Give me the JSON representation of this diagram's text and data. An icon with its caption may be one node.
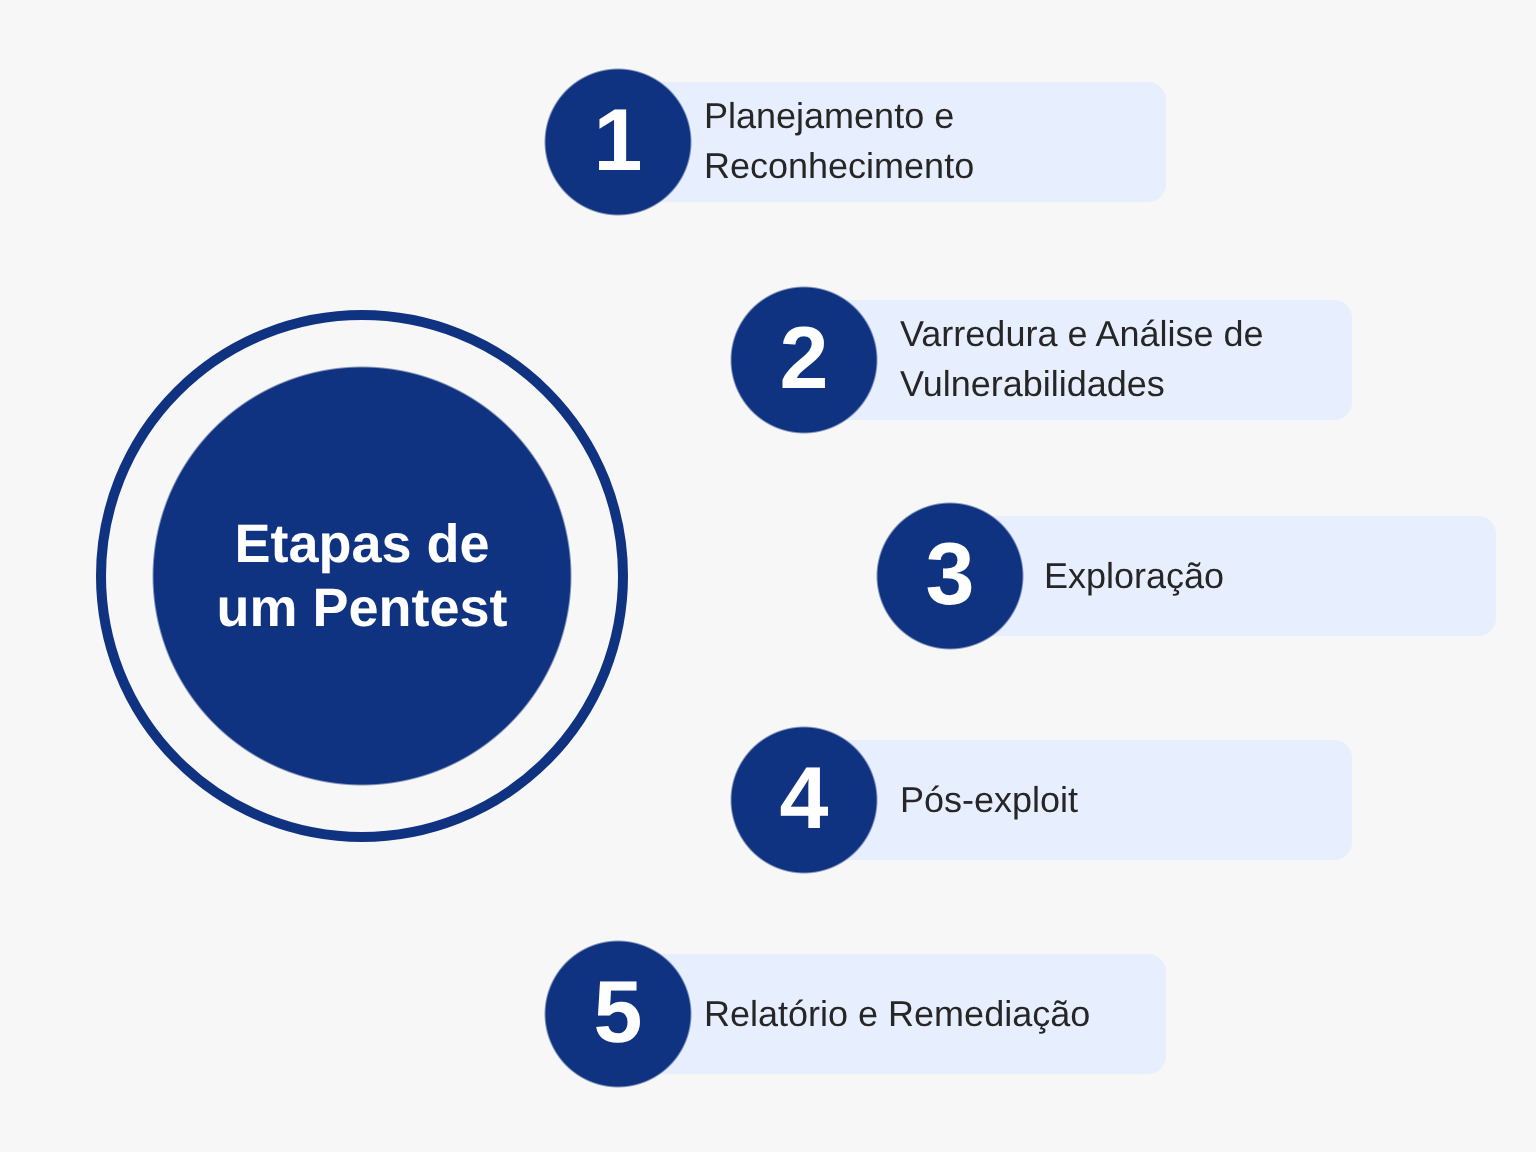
{
  "diagram": {
    "nodes": [
      {
        "text": [
          "Etapas de um Pentest"
        ]
      },
      {
        "text": [
          "1"
        ]
      },
      {
        "text": [
          "Planejamento e Reconhecimento"
        ]
      },
      {
        "text": [
          "2"
        ]
      },
      {
        "text": [
          "Varredura e Análise de Vulnerabilidades"
        ]
      },
      {
        "text": [
          "3"
        ]
      },
      {
        "text": [
          "Exploração"
        ]
      },
      {
        "text": [
          "4"
        ]
      },
      {
        "text": [
          "Pós-exploit"
        ]
      },
      {
        "text": [
          "5"
        ]
      },
      {
        "text": [
          "Relatório e Remediação"
        ]
      }
    ]
  }
}
